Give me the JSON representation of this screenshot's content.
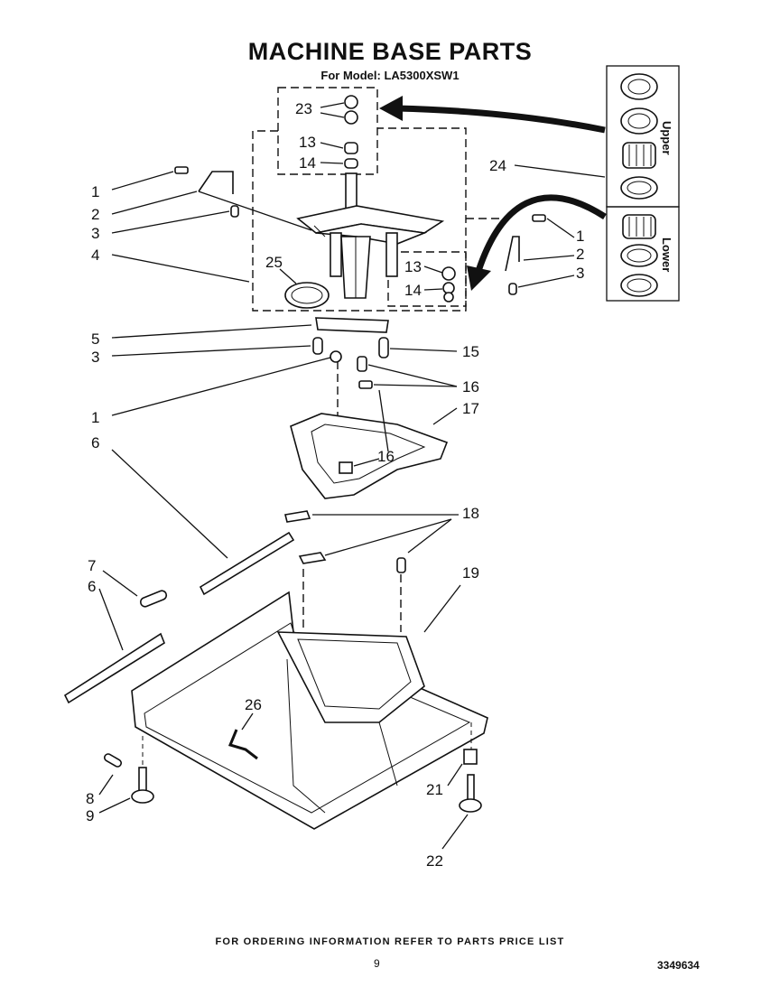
{
  "header": {
    "title": "MACHINE BASE PARTS",
    "model": "For Model: LA5300XSW1"
  },
  "callouts": {
    "c1a": "1",
    "c2a": "2",
    "c3a": "3",
    "c4": "4",
    "c5": "5",
    "c3b": "3",
    "c1b": "1",
    "c6a": "6",
    "c7": "7",
    "c6b": "6",
    "c8": "8",
    "c9": "9",
    "c23": "23",
    "c13a": "13",
    "c14a": "14",
    "c25": "25",
    "c13b": "13",
    "c14b": "14",
    "c24": "24",
    "c1c": "1",
    "c2c": "2",
    "c3c": "3",
    "c15": "15",
    "c16a": "16",
    "c16b": "16",
    "c17": "17",
    "c18": "18",
    "c19": "19",
    "c26": "26",
    "c21": "21",
    "c22": "22"
  },
  "bearing_box": {
    "upper": "Upper",
    "lower": "Lower"
  },
  "footer": {
    "ordering_note": "FOR ORDERING INFORMATION REFER TO PARTS PRICE LIST",
    "page_number": "9",
    "document_number": "3349634"
  }
}
